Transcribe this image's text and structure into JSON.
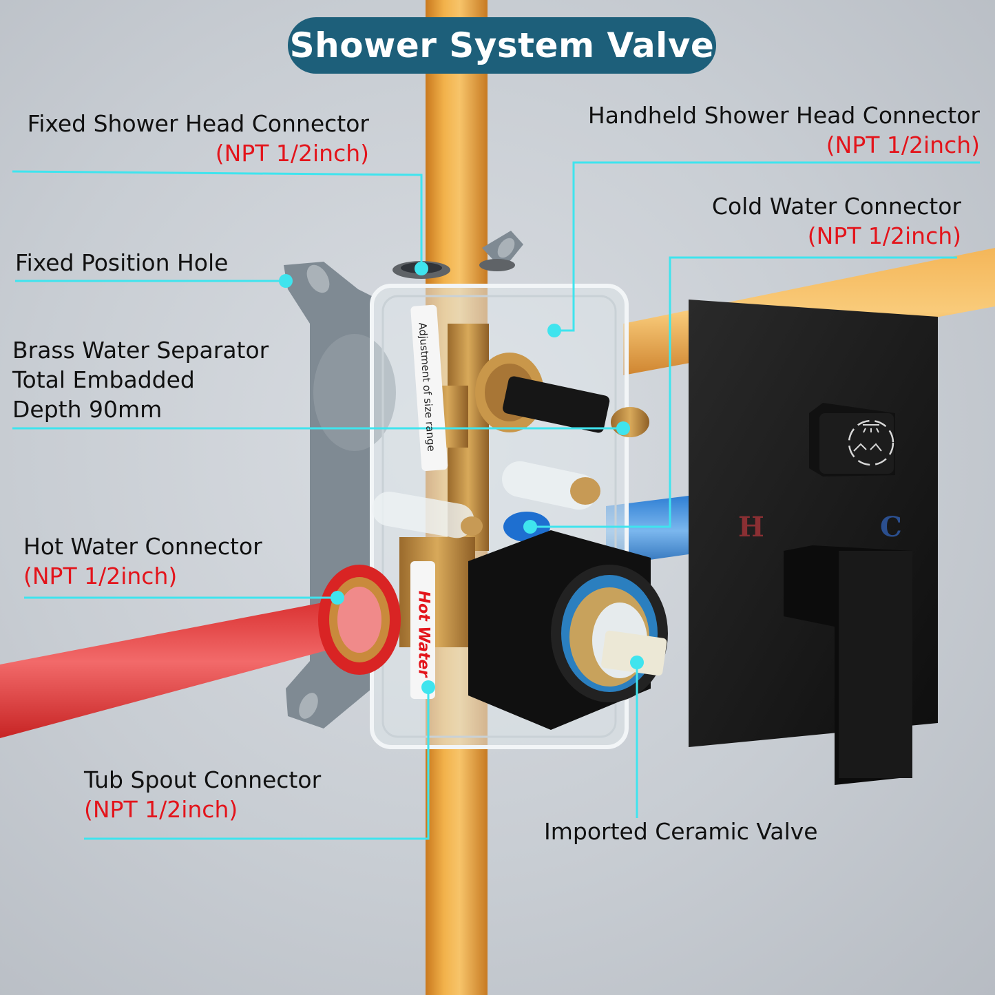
{
  "title": "Shower System Valve",
  "labels": {
    "fixed_shower_head": {
      "name": "Fixed Shower Head Connector",
      "spec": "(NPT 1/2inch)"
    },
    "handheld_shower_head": {
      "name": "Handheld Shower Head Connector",
      "spec": "(NPT 1/2inch)"
    },
    "cold_water": {
      "name": "Cold Water Connector",
      "spec": "(NPT 1/2inch)"
    },
    "fixed_position_hole": {
      "name": "Fixed Position Hole"
    },
    "brass_separator": {
      "line1": "Brass Water Separator",
      "line2": "Total Embadded",
      "line3": "Depth 90mm"
    },
    "hot_water": {
      "name": "Hot Water Connector",
      "spec": "(NPT 1/2inch)"
    },
    "tub_spout": {
      "name": "Tub Spout Connector",
      "spec": "(NPT 1/2inch)"
    },
    "ceramic_valve": {
      "name": "Imported Ceramic Valve"
    }
  },
  "box_stickers": {
    "size_range": "Adjustment of size range",
    "hot_water": "Hot Water"
  },
  "trim_plate": {
    "hot_mark": "H",
    "cold_mark": "C"
  },
  "colors": {
    "title_background": "#1d5f7a",
    "callout_line": "#3fe4ee",
    "spec_text": "#e3141b",
    "pipe_orange": "#e9a33c",
    "pipe_hot": "#e23a3a",
    "pipe_cold": "#3a8ee0",
    "trim_black": "#141414"
  }
}
